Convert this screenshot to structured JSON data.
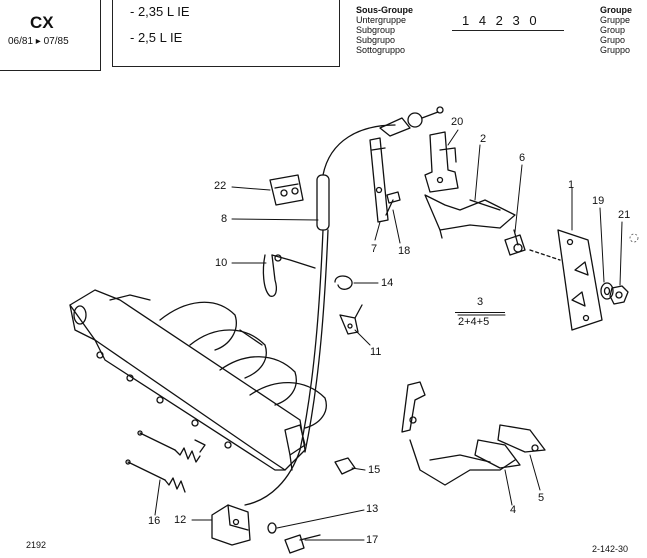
{
  "header": {
    "model": "CX",
    "dates": "06/81 ▸ 07/85",
    "variants": [
      "- 2,35 L IE",
      "- 2,5 L IE"
    ],
    "subgroup_labels": [
      "Sous-Groupe",
      "Untergruppe",
      "Subgroup",
      "Subgrupo",
      "Sottogruppo"
    ],
    "code": "1 4 2  3 0",
    "group_labels": [
      "Groupe",
      "Gruppe",
      "Group",
      "Grupo",
      "Gruppo"
    ]
  },
  "diagram": {
    "callouts": [
      "1",
      "2",
      "4",
      "5",
      "6",
      "7",
      "8",
      "10",
      "11",
      "12",
      "13",
      "14",
      "15",
      "16",
      "17",
      "18",
      "19",
      "20",
      "21",
      "22"
    ],
    "formula_top": "3",
    "formula_bottom": "2+4+5"
  },
  "footer": {
    "left": "2192",
    "right": "2-142-30"
  }
}
